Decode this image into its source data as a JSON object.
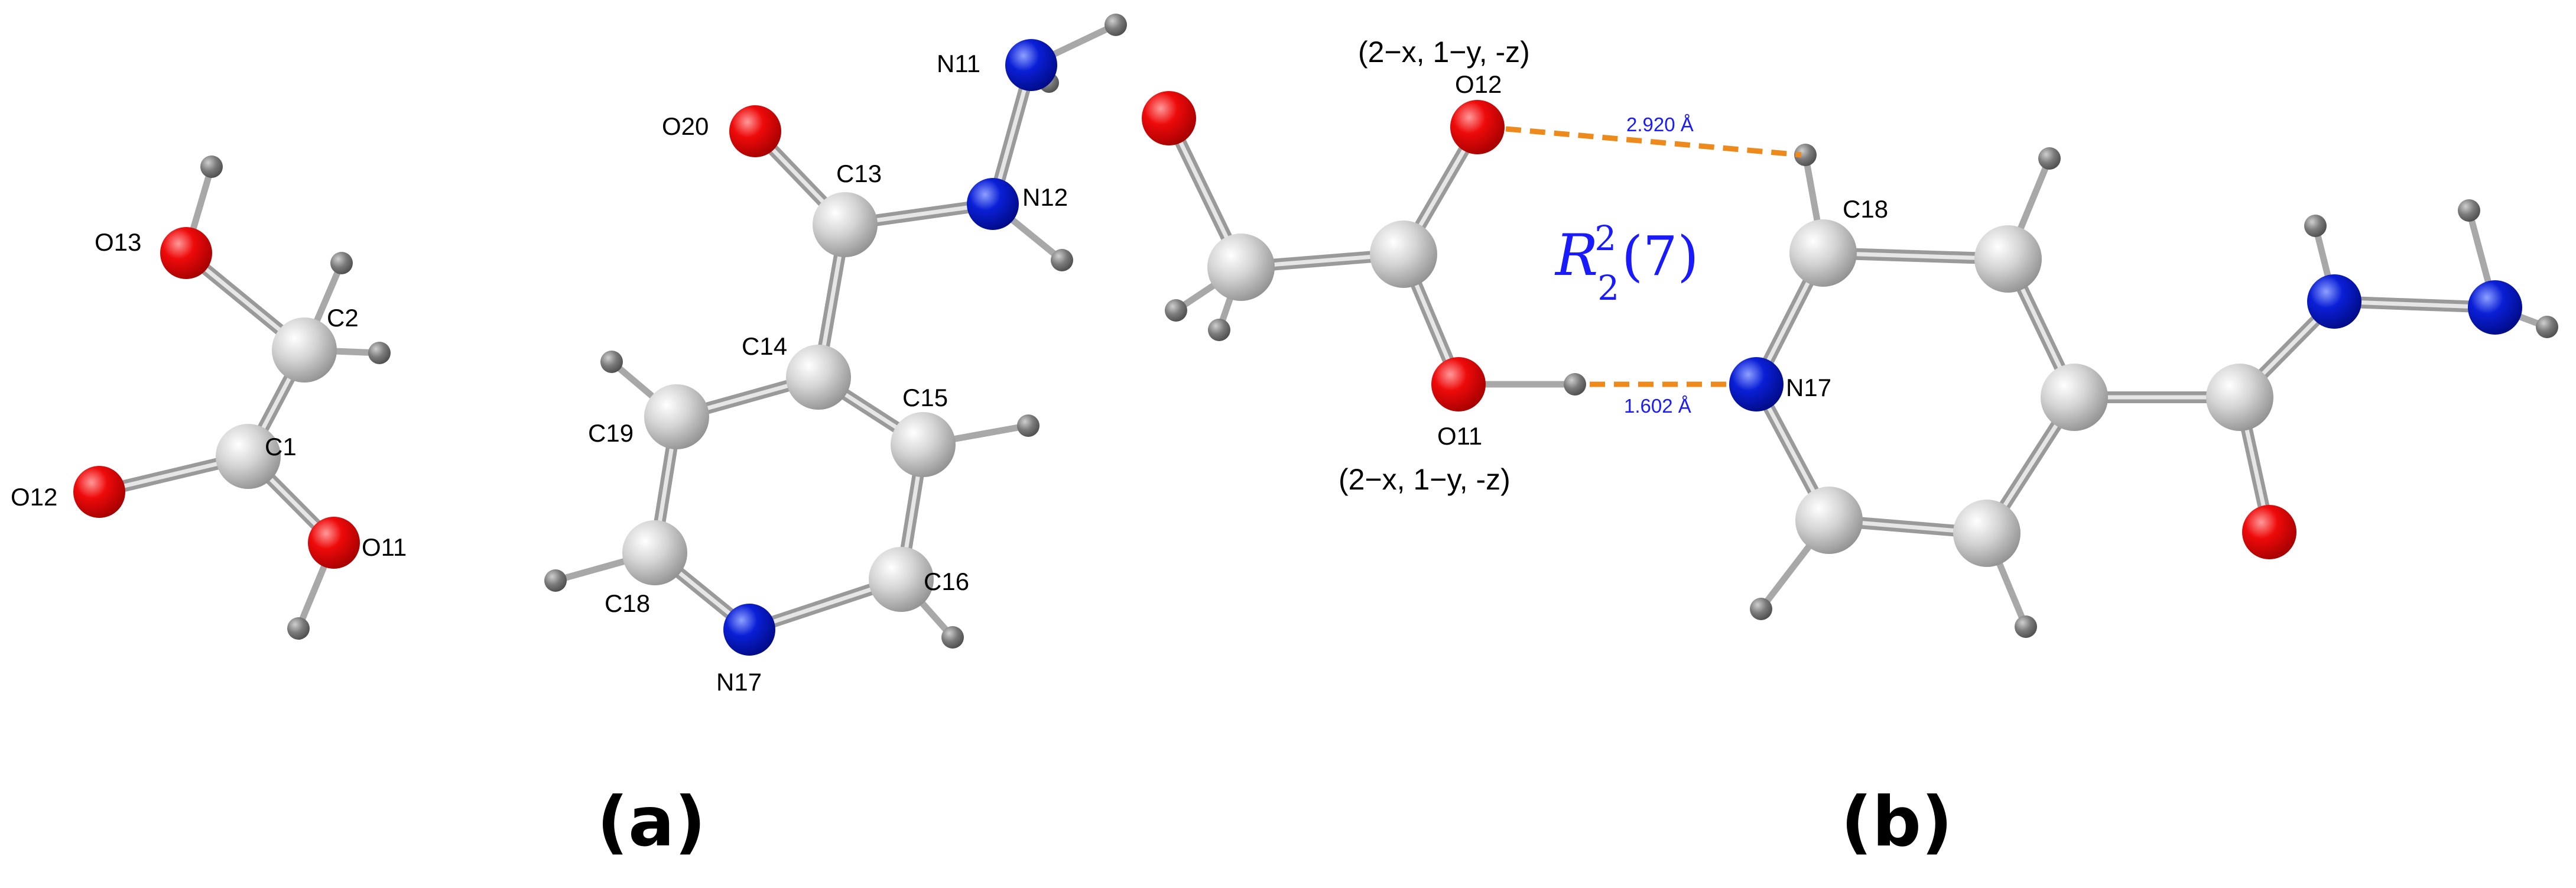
{
  "colors": {
    "carbon": "#c8c8c8",
    "oxygen": "#e00000",
    "nitrogen": "#0a1fd6",
    "hydrogen": "#707070",
    "hydrogen_bond": "#ee8a1c",
    "annotation_blue": "#1a1aff"
  },
  "panel_a": {
    "label": "(a)",
    "atom_labels": {
      "O13": "O13",
      "C2": "C2",
      "C1": "C1",
      "O12": "O12",
      "O11": "O11",
      "O20": "O20",
      "C13": "C13",
      "N11": "N11",
      "N12": "N12",
      "C14": "C14",
      "C15": "C15",
      "C19": "C19",
      "C18": "C18",
      "C16": "C16",
      "N17": "N17"
    }
  },
  "panel_b": {
    "label": "(b)",
    "atom_labels": {
      "O12": "O12",
      "O11": "O11",
      "C18": "C18",
      "N17": "N17"
    },
    "symmetry_top": "(2−x, 1−y, -z)",
    "symmetry_bottom": "(2−x, 1−y, -z)",
    "distance_top": "2.920 Å",
    "distance_bottom": "1.602 Å",
    "ring_motif": {
      "letter": "R",
      "superscript": "2",
      "subscript": "2",
      "size": "(7)"
    }
  }
}
